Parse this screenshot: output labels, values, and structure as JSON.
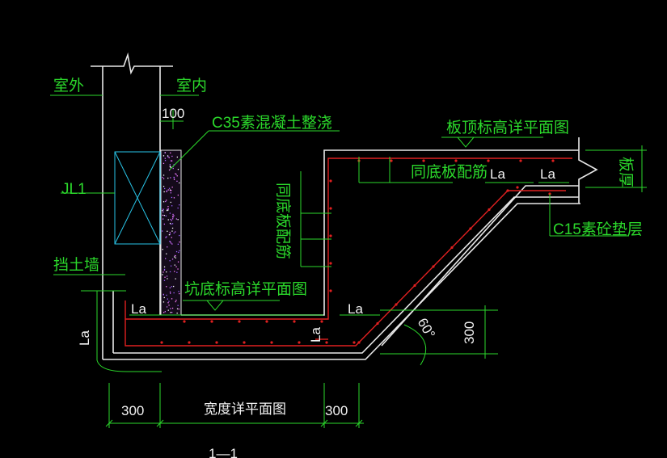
{
  "labels": {
    "exterior": "室外",
    "interior": "室内",
    "dim_100": "100",
    "c35_concrete": "C35素混凝土整浇",
    "slab_top_plan": "板顶标高详平面图",
    "same_as_bottom_bar": "同底板配筋",
    "la_top_mid": "La",
    "la_top_right": "La",
    "slab_label": "板厚",
    "c15_cushion": "C15素砼垫层",
    "jl1": "JL1",
    "retaining_wall": "挡土墙",
    "same_as_bottom_bar_vertical": "同底板配筋",
    "pit_bottom_plan": "坑底标高详平面图",
    "la_bottom_left": "La",
    "la_bottom_right": "La",
    "la_vertical_left": "La",
    "la_vertical_mid": "La",
    "slope_angle": "60°",
    "dim_300_right": "300",
    "dim_300_left": "300",
    "dim_300_mid": "300",
    "width_plan": "宽度详平面图",
    "section_mark": "1—1"
  },
  "colors": {
    "background": "#000000",
    "text_green": "#2bd82b",
    "line_white": "#e8e8e8",
    "rebar_red": "#e02020",
    "beam_cyan": "#29c5e8"
  }
}
